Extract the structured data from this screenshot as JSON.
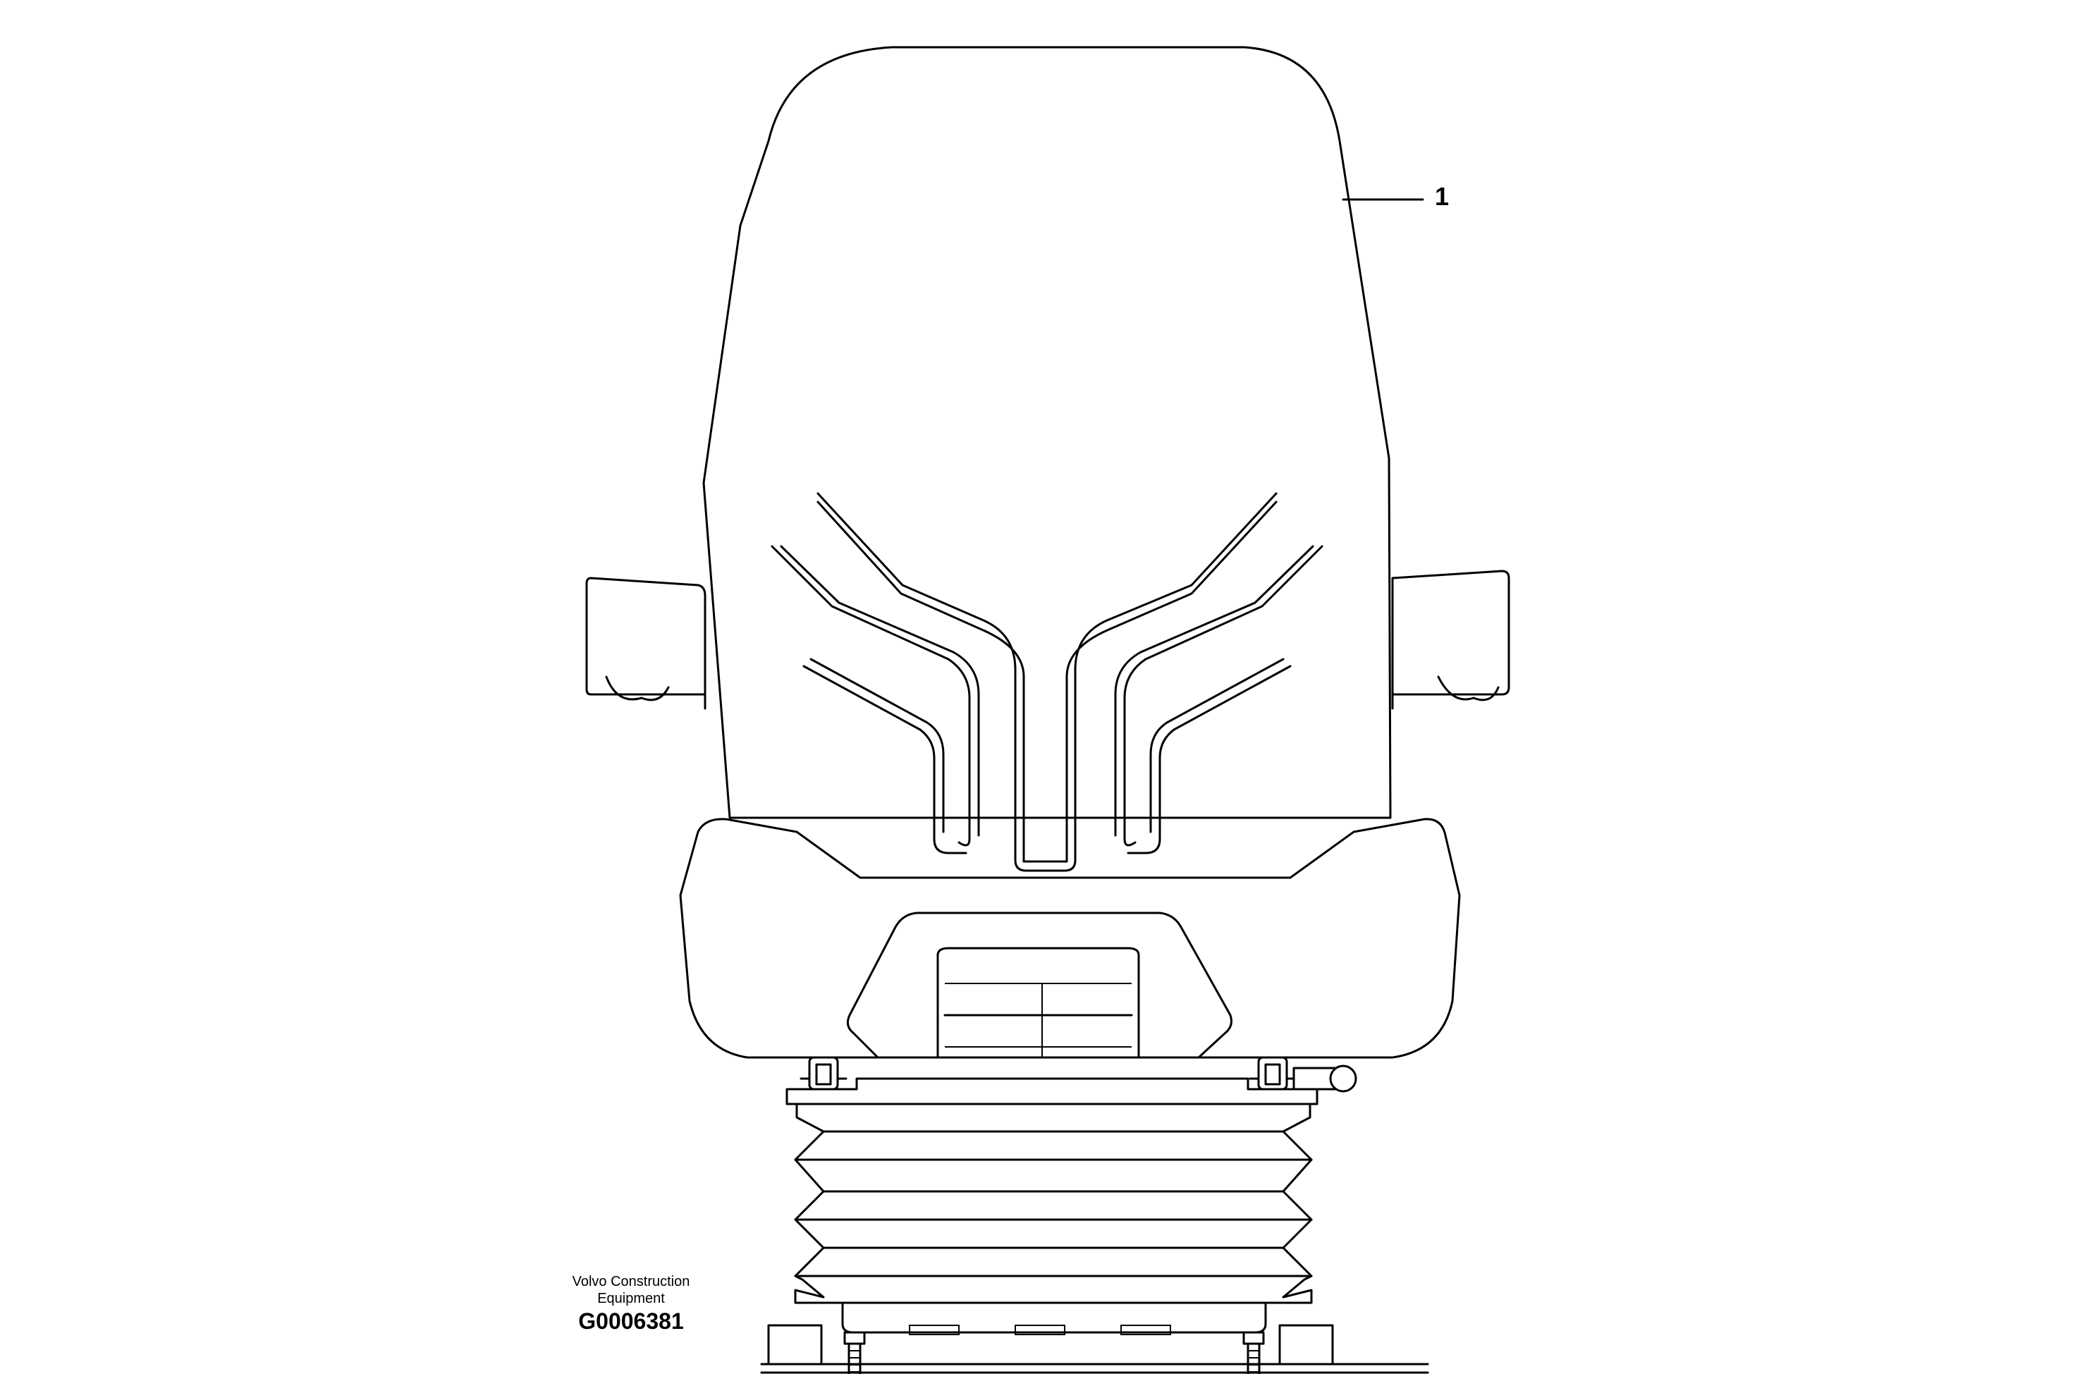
{
  "diagram": {
    "subject": "operator seat",
    "callouts": [
      {
        "label": "1"
      }
    ],
    "manufacturer": "Volvo Construction Equipment",
    "drawing_number": "G0006381"
  }
}
